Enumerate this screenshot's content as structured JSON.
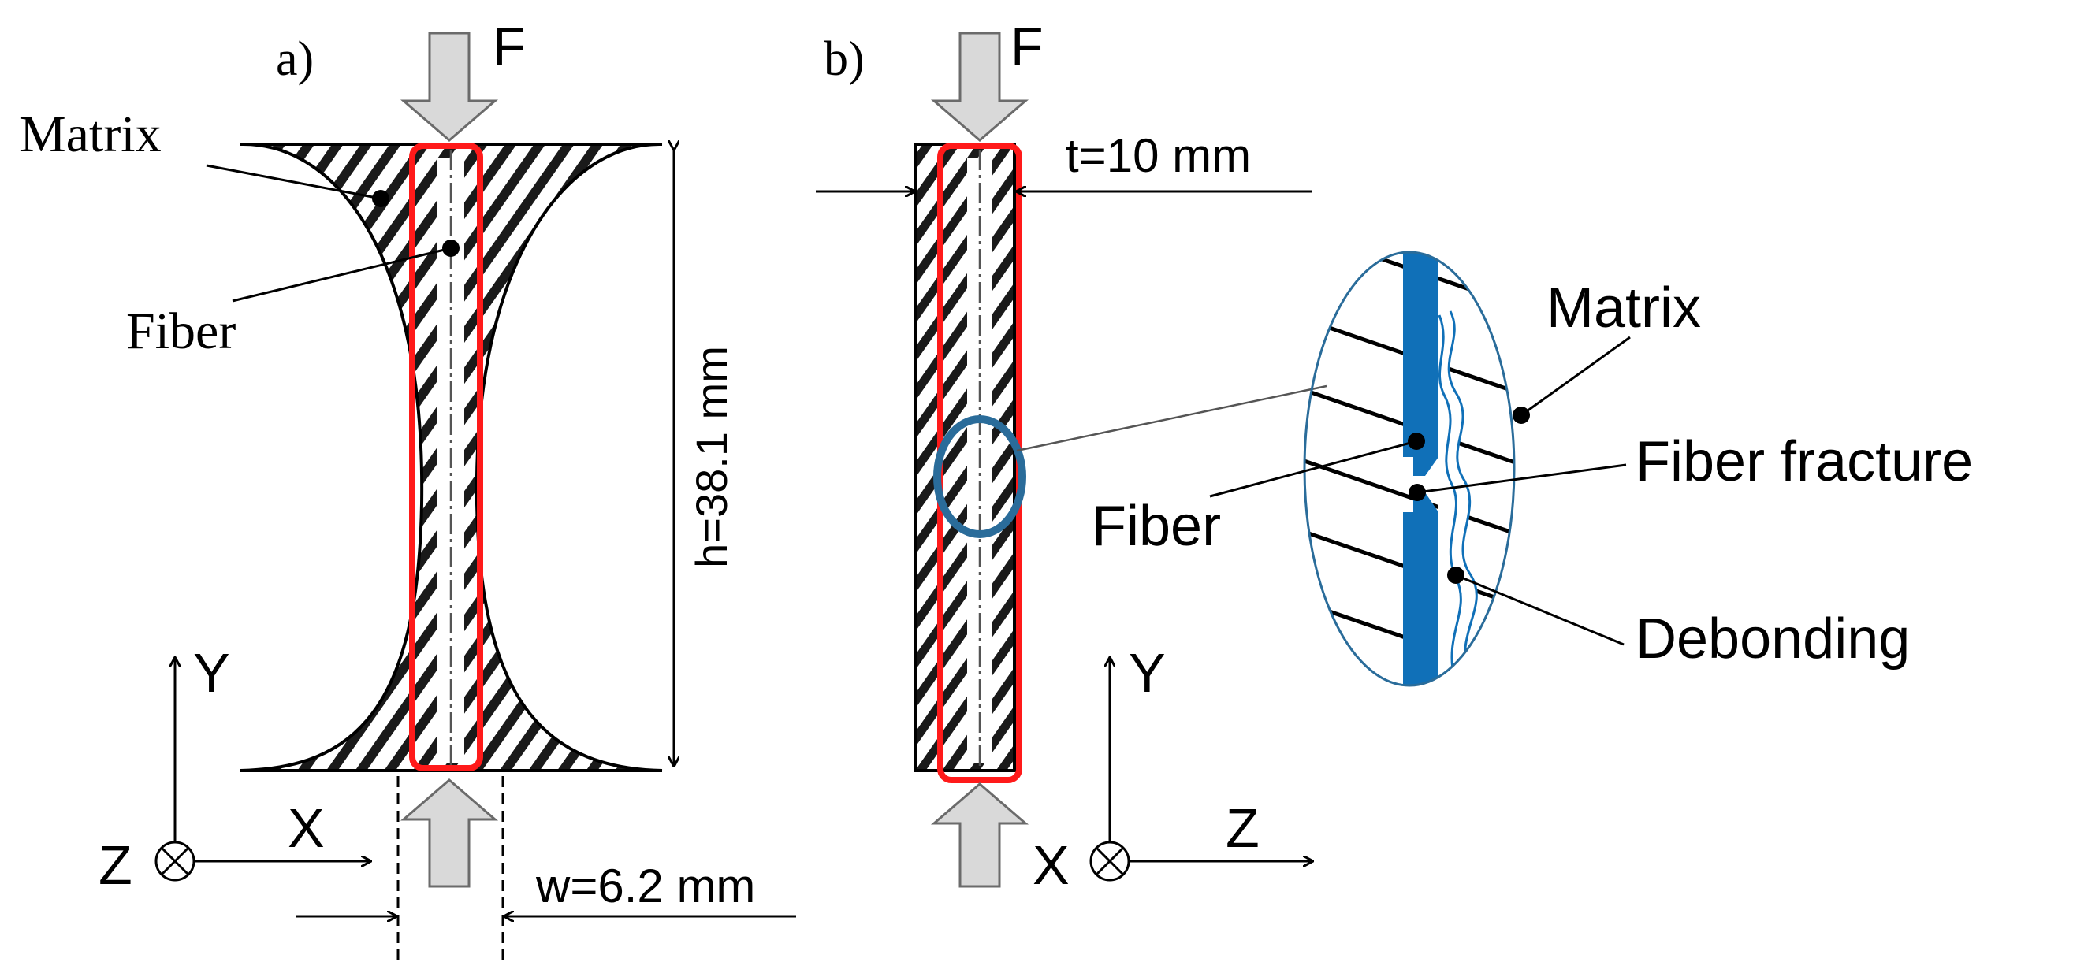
{
  "panel_a": {
    "label": "a)",
    "force": "F",
    "matrix": "Matrix",
    "fiber": "Fiber",
    "height": "h=38.1 mm",
    "width": "w=6.2 mm",
    "axes": {
      "y": "Y",
      "x": "X",
      "z": "Z"
    }
  },
  "panel_b": {
    "label": "b)",
    "force": "F",
    "thickness": "t=10 mm",
    "axes": {
      "y": "Y",
      "z": "Z",
      "x": "X"
    }
  },
  "detail": {
    "matrix": "Matrix",
    "fiber": "Fiber",
    "fiber_fracture": "Fiber fracture",
    "debonding": "Debonding"
  },
  "colors": {
    "outline": "#000000",
    "fiber_highlight": "#ff1a1a",
    "fiber_blue": "#1070b8",
    "zoom_ellipse": "#2a6c9a",
    "arrow_fill": "#d9d9d9",
    "arrow_stroke": "#6b6b6b"
  }
}
